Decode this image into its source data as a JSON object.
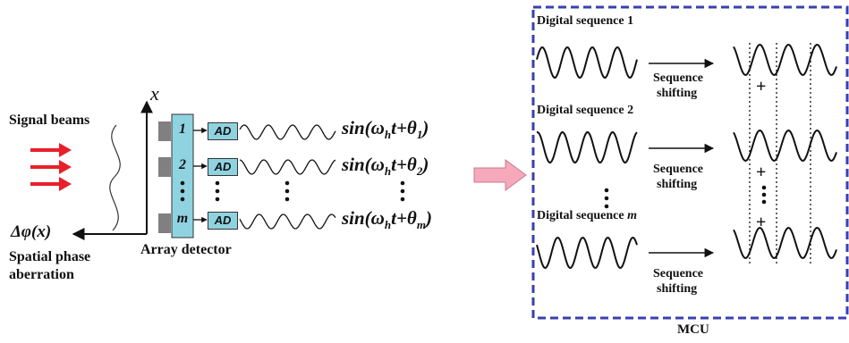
{
  "left": {
    "signal_beams": "Signal beams",
    "axis_x": "x",
    "phase_symbol": "Δφ(x)",
    "aberration_line1": "Spatial phase",
    "aberration_line2": "aberration",
    "array_detector": "Array detector",
    "cells": [
      "1",
      "2",
      "m"
    ],
    "ad_label": "AD",
    "equations": [
      {
        "pre": "sin(ω",
        "sub1": "h",
        "mid": "t+θ",
        "sub2": "1",
        "post": ")"
      },
      {
        "pre": "sin(ω",
        "sub1": "h",
        "mid": "t+θ",
        "sub2": "2",
        "post": ")"
      },
      {
        "pre": "sin(ω",
        "sub1": "h",
        "mid": "t+θ",
        "sub2": "m",
        "post": ")"
      }
    ],
    "colors": {
      "beam_arrows": "#e8202a",
      "detector": "#8fd3e0",
      "pixel": "#808080"
    }
  },
  "right": {
    "box_label": "MCU",
    "box_color": "#3a3fb0",
    "transfer_arrow_color": "#f5a9bb",
    "sequences": [
      {
        "pre": "Digital sequence ",
        "idx": "1"
      },
      {
        "pre": "Digital sequence ",
        "idx": "2"
      },
      {
        "pre": "Digital sequence ",
        "idx": "m"
      }
    ],
    "shift_line1": "Sequence",
    "shift_line2": "shifting",
    "plus": "+"
  }
}
